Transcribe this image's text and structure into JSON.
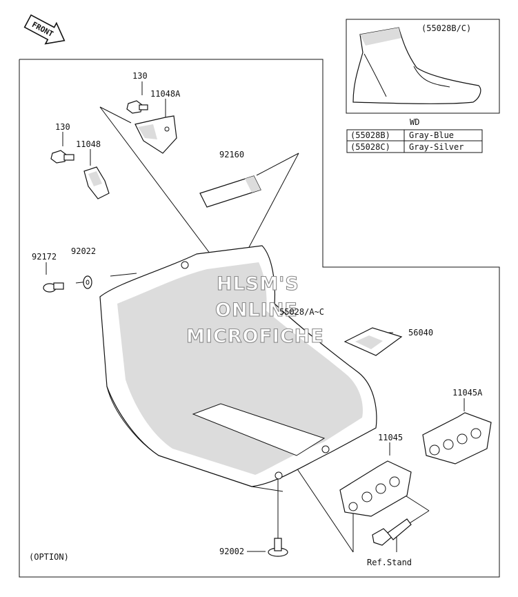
{
  "front_arrow": {
    "label": "FRONT"
  },
  "inset": {
    "label": "(55028B/C)",
    "table": {
      "header": "WD",
      "rows": [
        {
          "code": "(55028B)",
          "color": "Gray-Blue"
        },
        {
          "code": "(55028C)",
          "color": "Gray-Silver"
        }
      ]
    }
  },
  "labels": {
    "p130_top": "130",
    "p11048A": "11048A",
    "p130_left": "130",
    "p11048": "11048",
    "p92160": "92160",
    "p92172": "92172",
    "p92022": "92022",
    "p55028": "55028/A~C",
    "p56040": "56040",
    "p11045A": "11045A",
    "p11045": "11045",
    "p92002": "92002",
    "ref_stand": "Ref.Stand",
    "option": "(OPTION)"
  },
  "watermark": [
    "HLSM'S",
    "ONLINE",
    "MICROFICHE"
  ]
}
